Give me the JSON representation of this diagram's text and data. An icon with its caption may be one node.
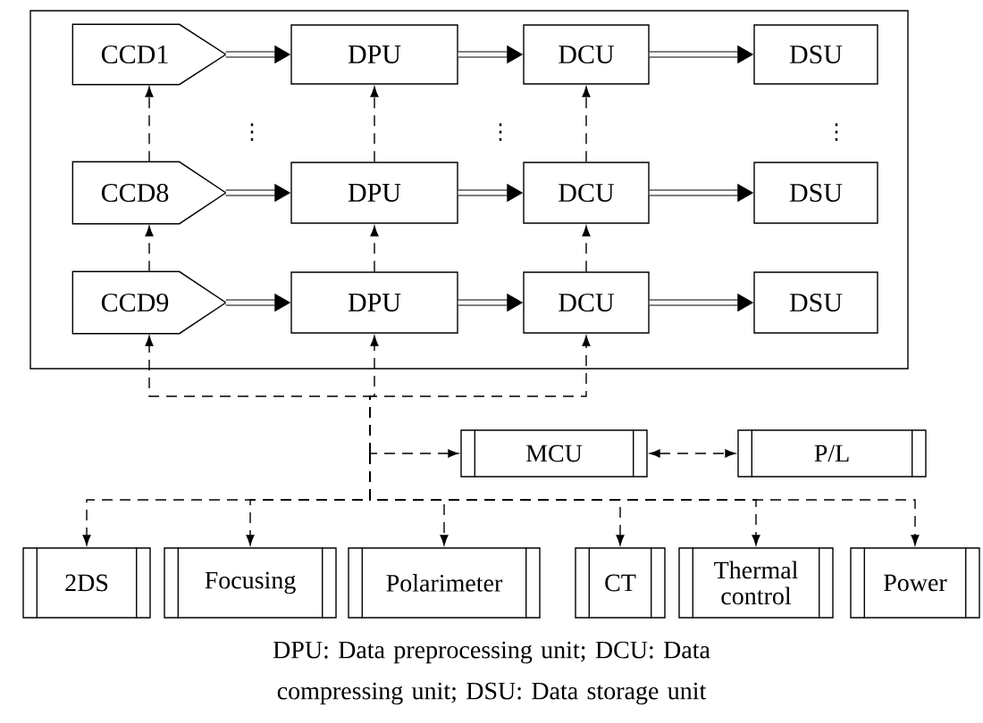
{
  "diagram": {
    "caption": "DPU: Data preprocessing unit;  DCU: Data compressing unit; DSU: Data storage unit",
    "nodes": [
      {
        "text": [],
        "shape": "box"
      },
      {
        "text": [
          "CCD1"
        ],
        "in": 0
      },
      {
        "text": [
          "DPU"
        ],
        "in": 0
      },
      {
        "text": [
          "DCU"
        ],
        "in": 0
      },
      {
        "text": [
          "DSU"
        ],
        "in": 0
      },
      {
        "text": [
          "CCD8"
        ],
        "in": 0
      },
      {
        "text": [
          "DPU"
        ],
        "in": 0
      },
      {
        "text": [
          "DCU"
        ],
        "in": 0
      },
      {
        "text": [
          "DSU"
        ],
        "in": 0
      },
      {
        "text": [
          "CCD9"
        ],
        "in": 0
      },
      {
        "text": [
          "DPU"
        ],
        "in": 0
      },
      {
        "text": [
          "DCU"
        ],
        "in": 0
      },
      {
        "text": [
          "DSU"
        ],
        "in": 0
      },
      {
        "text": [
          "MCU"
        ]
      },
      {
        "text": [
          "P/L"
        ]
      },
      {
        "text": [
          "2DS"
        ]
      },
      {
        "text": [
          "Focusing"
        ]
      },
      {
        "text": [
          "Polarimeter"
        ]
      },
      {
        "text": [
          "CT"
        ]
      },
      {
        "text": [
          "Thermal control"
        ]
      },
      {
        "text": [
          "Power"
        ]
      }
    ],
    "edges": [
      {
        "from": 1,
        "to": 2,
        "arrow": "to",
        "style": "thick"
      },
      {
        "from": 2,
        "to": 3,
        "arrow": "to",
        "style": "thick"
      },
      {
        "from": 3,
        "to": 4,
        "arrow": "to",
        "style": "thick"
      },
      {
        "from": 5,
        "to": 6,
        "arrow": "to",
        "style": "thick"
      },
      {
        "from": 6,
        "to": 7,
        "arrow": "to",
        "style": "thick"
      },
      {
        "from": 7,
        "to": 8,
        "arrow": "to",
        "style": "thick"
      },
      {
        "from": 9,
        "to": 10,
        "arrow": "to",
        "style": "thick"
      },
      {
        "from": 10,
        "to": 11,
        "arrow": "to",
        "style": "thick"
      },
      {
        "from": 11,
        "to": 12,
        "arrow": "to",
        "style": "thick"
      },
      {
        "from": 9,
        "to": 5,
        "arrow": "to",
        "style": "dashed"
      },
      {
        "from": 5,
        "to": 1,
        "arrow": "to",
        "style": "dashed"
      },
      {
        "from": 10,
        "to": 6,
        "arrow": "to",
        "style": "dashed"
      },
      {
        "from": 6,
        "to": 2,
        "arrow": "to",
        "style": "dashed"
      },
      {
        "from": 11,
        "to": 7,
        "arrow": "to",
        "style": "dashed"
      },
      {
        "from": 7,
        "to": 3,
        "arrow": "to",
        "style": "dashed"
      },
      {
        "from": 13,
        "to": 14,
        "arrow": "both",
        "style": "dashed"
      },
      {
        "from": 13,
        "to": 9,
        "arrow": "both",
        "style": "dashed"
      },
      {
        "from": 13,
        "to": 10,
        "arrow": "both",
        "style": "dashed"
      },
      {
        "from": 13,
        "to": 11,
        "arrow": "both",
        "style": "dashed"
      },
      {
        "from": 13,
        "to": 15,
        "arrow": "both",
        "style": "dashed"
      },
      {
        "from": 13,
        "to": 16,
        "arrow": "both",
        "style": "dashed"
      },
      {
        "from": 13,
        "to": 17,
        "arrow": "both",
        "style": "dashed"
      },
      {
        "from": 13,
        "to": 18,
        "arrow": "both",
        "style": "dashed"
      },
      {
        "from": 13,
        "to": 19,
        "arrow": "both",
        "style": "dashed"
      },
      {
        "from": 13,
        "to": 20,
        "arrow": "both",
        "style": "dashed"
      }
    ],
    "labels": [
      "⋮",
      "⋮",
      "⋮"
    ]
  }
}
